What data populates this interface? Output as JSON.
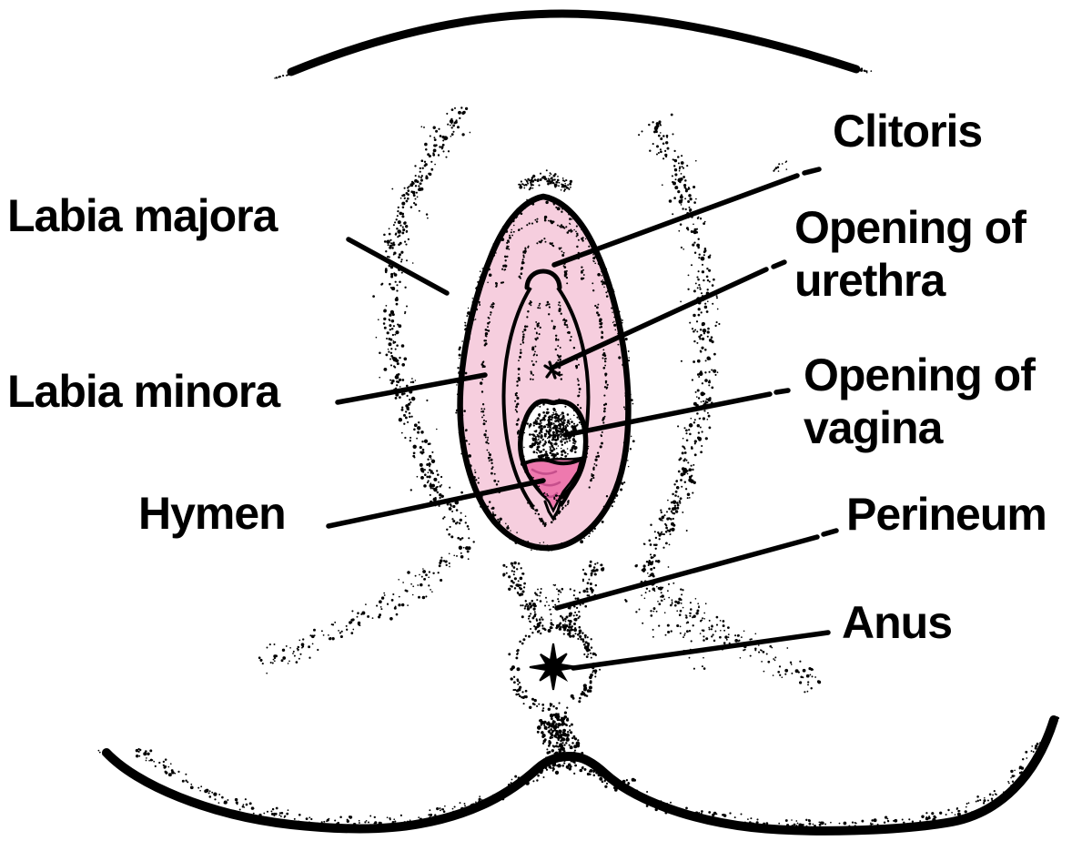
{
  "figure": {
    "labels": {
      "labia_majora": [
        "Labia majora"
      ],
      "labia_minora": [
        "Labia minora"
      ],
      "hymen": [
        "Hymen"
      ],
      "clitoris": [
        "Clitoris"
      ],
      "opening_of_urethra": [
        "Opening of",
        "urethra"
      ],
      "opening_of_vagina": [
        "Opening of",
        "vagina"
      ],
      "perineum": [
        "Perineum"
      ],
      "anus": [
        "Anus"
      ]
    },
    "colors": {
      "background": "#ffffff",
      "ink": "#000000",
      "vulva_pink": "#f6cede",
      "hymen_pink": "#ee79ae",
      "hymen_detail_pink": "#c64f8c"
    }
  }
}
